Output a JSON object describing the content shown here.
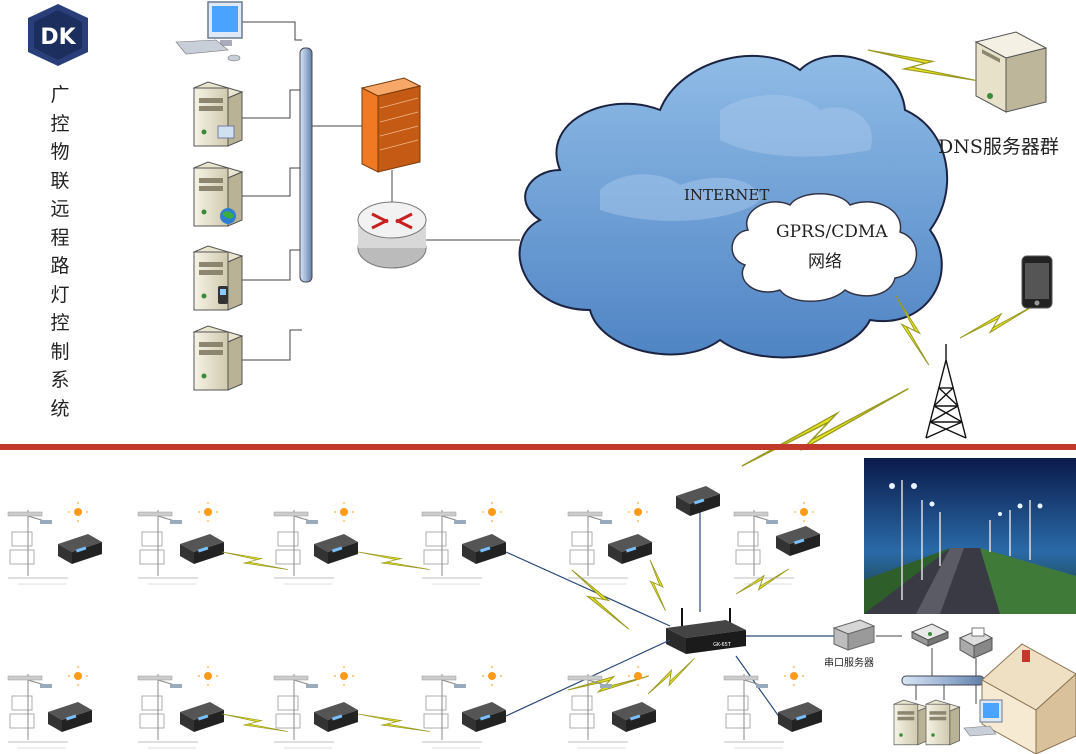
{
  "logo": {
    "text": "DK"
  },
  "title": "广控物联远程路灯控制系统",
  "internet_label": "INTERNET",
  "gprs_label": "GPRS/CDMA",
  "gprs_label_2": "网络",
  "dns_label": "DNS服务器群",
  "serial_server_label": "串口服务器",
  "gateway_label": "GK-65T",
  "colors": {
    "divider": "#c0392b",
    "cloud": "#7aa7d8",
    "lightning": "#e6e620",
    "bus": "#9fb6d6",
    "firewall": "#f07a24"
  }
}
